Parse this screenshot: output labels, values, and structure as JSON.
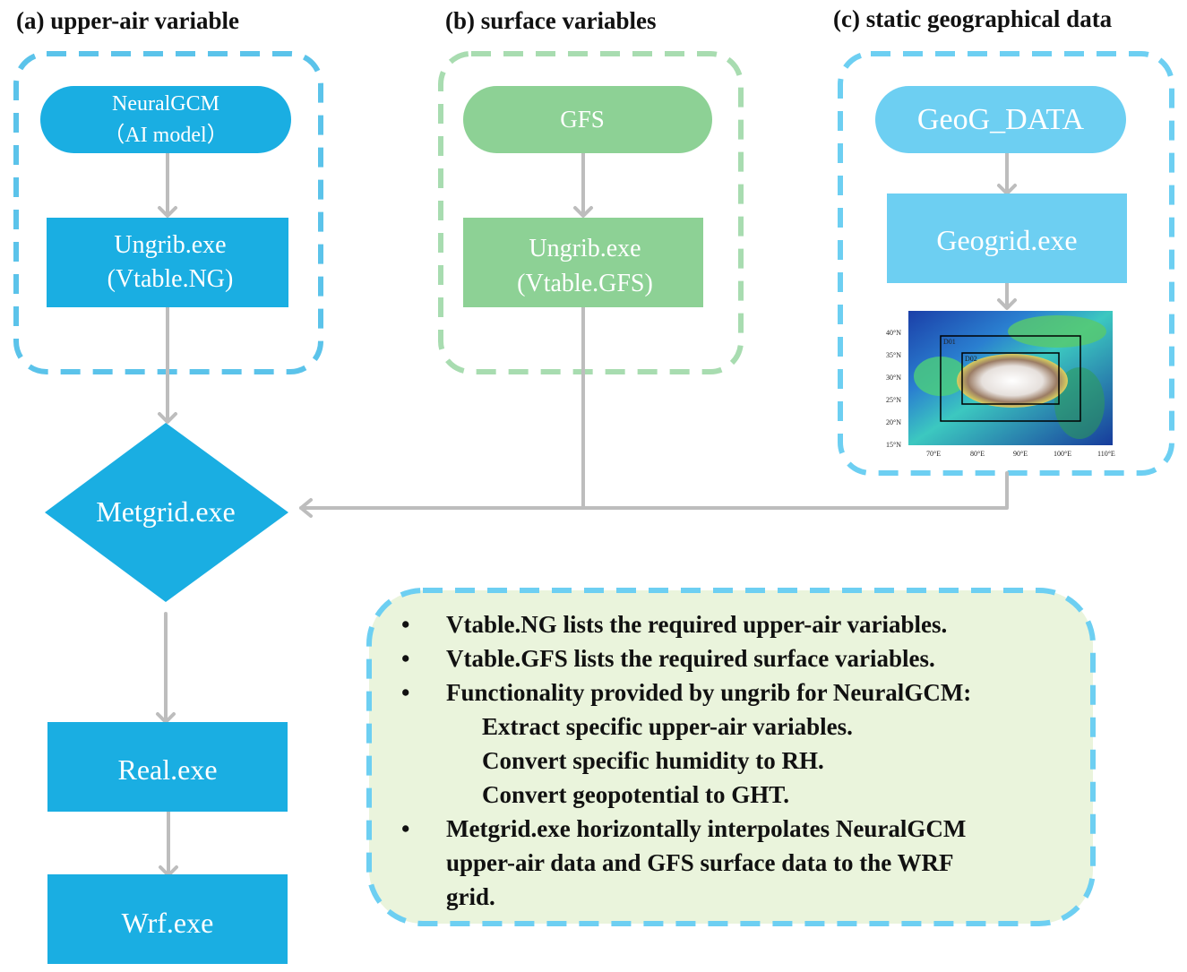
{
  "panels": {
    "a": {
      "title": "(a) upper-air variable"
    },
    "b": {
      "title": "(b) surface variables"
    },
    "c": {
      "title": "(c) static geographical data"
    }
  },
  "nodes": {
    "neuralgcm": {
      "line1": "NeuralGCM",
      "line2": "（AI model）"
    },
    "ungrib_ng": {
      "line1": "Ungrib.exe",
      "line2": "(Vtable.NG)"
    },
    "gfs": {
      "line1": "GFS"
    },
    "ungrib_gfs": {
      "line1": "Ungrib.exe",
      "line2": "(Vtable.GFS)"
    },
    "geog_data": {
      "line1": "GeoG_DATA"
    },
    "geogrid": {
      "line1": "Geogrid.exe"
    },
    "metgrid": {
      "line1": "Metgrid.exe"
    },
    "real": {
      "line1": "Real.exe"
    },
    "wrf": {
      "line1": "Wrf.exe"
    }
  },
  "map": {
    "lat_labels": [
      "40°N",
      "35°N",
      "30°N",
      "25°N",
      "20°N",
      "15°N"
    ],
    "lon_labels": [
      "70°E",
      "80°E",
      "90°E",
      "100°E",
      "110°E"
    ],
    "domain_labels": [
      "D01",
      "D02"
    ]
  },
  "notes": {
    "bullets": [
      "Vtable.NG lists the required upper-air variables.",
      "Vtable.GFS lists the required surface variables.",
      "Functionality provided by ungrib for NeuralGCM:"
    ],
    "sub_items": [
      "Extract specific upper-air variables.",
      "Convert specific humidity to RH.",
      "Convert geopotential to GHT."
    ],
    "last_bullet_lines": [
      "Metgrid.exe horizontally interpolates NeuralGCM",
      "upper-air data and GFS surface data to the WRF",
      "grid."
    ],
    "bullet_symbol": "•"
  },
  "colors": {
    "blue": "#1aaee2",
    "light_blue": "#6dcff2",
    "green": "#8dd195",
    "dash_blue": "#5bc3ea",
    "dash_green": "#a8dcb0",
    "arrow": "#bdbdbd",
    "note_bg": "#eaf4dc"
  }
}
